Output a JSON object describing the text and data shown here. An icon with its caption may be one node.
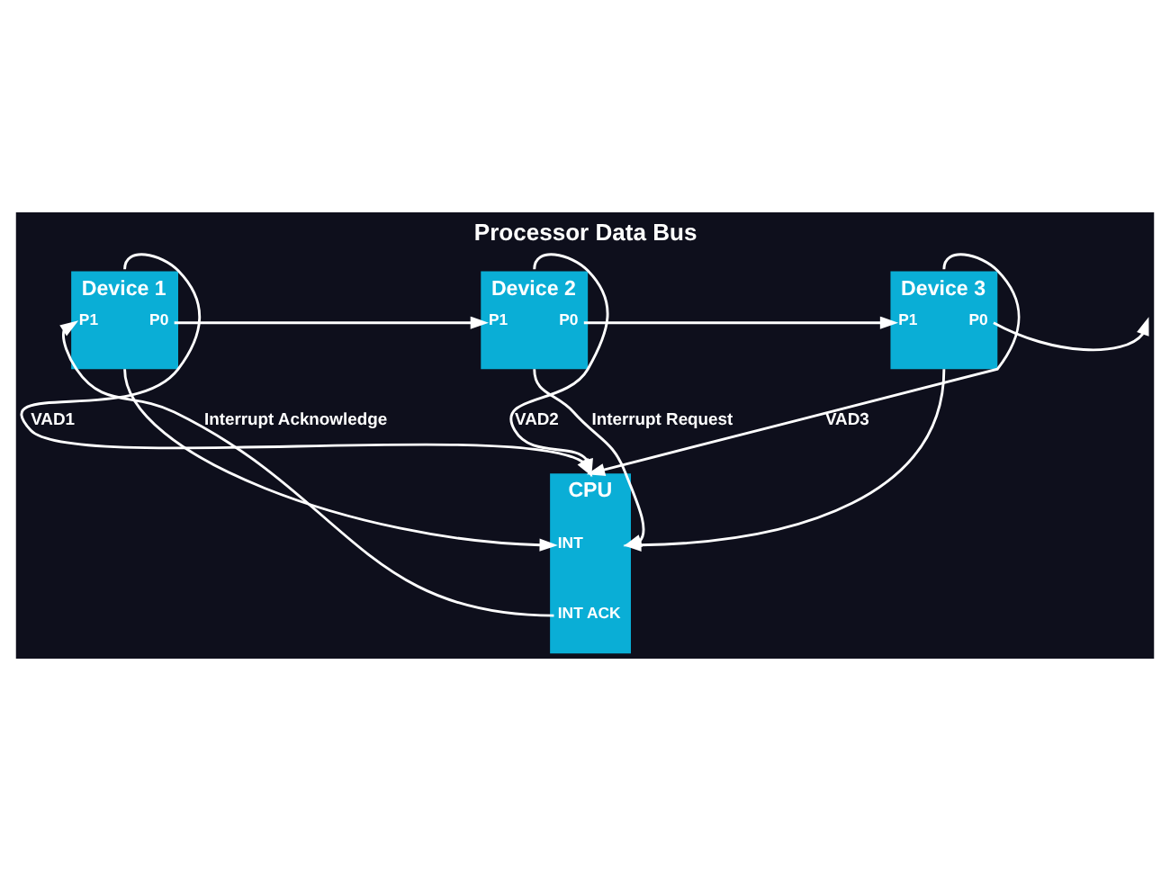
{
  "diagram": {
    "title": "Processor Data Bus",
    "nodes": [
      {
        "text": [
          "Device 1",
          "P1",
          "P0"
        ]
      },
      {
        "text": [
          "Device 2",
          "P1",
          "P0"
        ]
      },
      {
        "text": [
          "Device 3",
          "P1",
          "P0"
        ]
      },
      {
        "text": [
          "CPU",
          "INT",
          "INT ACK"
        ]
      }
    ],
    "edges": [
      {
        "from": 0,
        "to": 3,
        "arrow": "to",
        "label": "VAD1"
      },
      {
        "from": 1,
        "to": 3,
        "arrow": "to",
        "label": "VAD2"
      },
      {
        "from": 2,
        "to": 3,
        "arrow": "to",
        "label": "VAD3"
      },
      {
        "from": 0,
        "to": 1,
        "arrow": "to"
      },
      {
        "from": 1,
        "to": 2,
        "arrow": "to"
      },
      {
        "from": 2,
        "to": null,
        "arrow": "to"
      },
      {
        "from": 0,
        "to": 3,
        "arrow": "to"
      },
      {
        "from": 1,
        "to": 3,
        "arrow": "to",
        "label": "Interrupt Request"
      },
      {
        "from": 2,
        "to": 3,
        "arrow": "to"
      },
      {
        "from": 3,
        "to": 0,
        "arrow": "to",
        "label": "Interrupt Acknowledge"
      }
    ]
  }
}
